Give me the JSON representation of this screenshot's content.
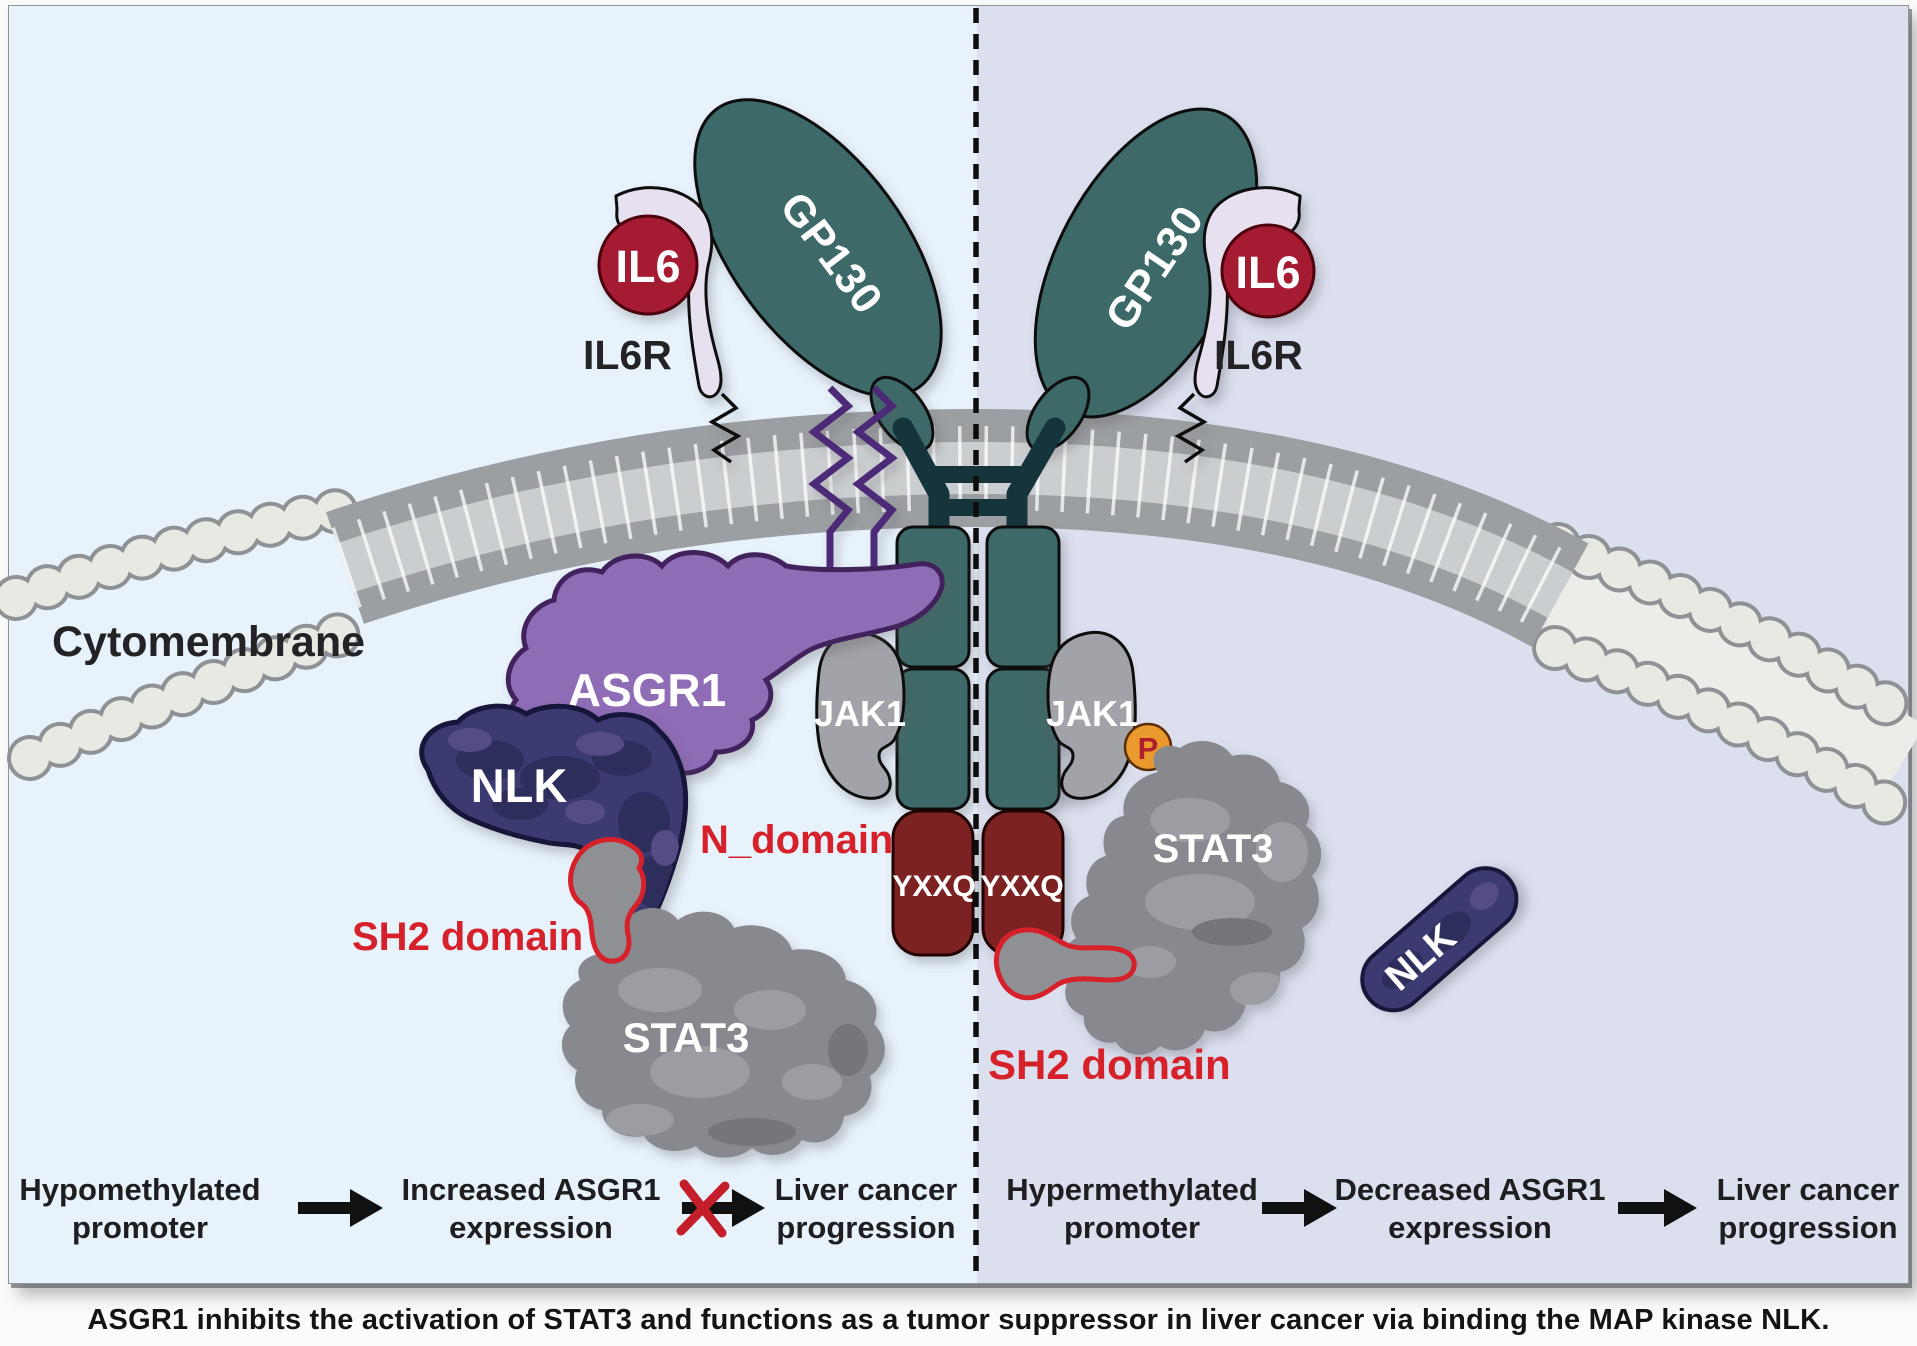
{
  "panel": {
    "caption": "ASGR1 inhibits the activation of STAT3 and functions as a tumor suppressor in liver cancer via binding the MAP kinase NLK."
  },
  "labels": {
    "cytomembrane": "Cytomembrane",
    "il6": "IL6",
    "il6r": "IL6R",
    "gp130": "GP130",
    "jak1": "JAK1",
    "yxxq": "YXXQ",
    "stat3": "STAT3",
    "asgr1": "ASGR1",
    "nlk": "NLK",
    "phospho": "P",
    "n_domain": "N_domain",
    "sh2_domain": "SH2 domain"
  },
  "flow_left": {
    "step1_line1": "Hypomethylated",
    "step1_line2": "promoter",
    "step2_line1": "Increased ASGR1",
    "step2_line2": "expression",
    "step3_line1": "Liver cancer",
    "step3_line2": "progression"
  },
  "flow_right": {
    "step1_line1": "Hypermethylated",
    "step1_line2": "promoter",
    "step2_line1": "Decreased ASGR1",
    "step2_line2": "expression",
    "step3_line1": "Liver cancer",
    "step3_line2": "progression"
  },
  "colors": {
    "bg_left": "#e8f2fb",
    "bg_right": "#dbdfee",
    "membrane_gray": "#9c9fa2",
    "membrane_light": "#cbced0",
    "lipid_head": "#e9e9e4",
    "teal": "#3d6a68",
    "dark_teal": "#15343c",
    "il6_red": "#a51e32",
    "yxxq_red": "#7c2220",
    "asgr1_purple": "#8f6cb6",
    "purple_dark": "#43245d",
    "nlk_navy": "#3b3a72",
    "protein_gray": "#a1a3a8",
    "stat3_gray": "#87898e",
    "il6r_lavender": "#e7e0ef",
    "phospho_orange": "#eb9a2d",
    "annotation_red": "#d6212b"
  }
}
